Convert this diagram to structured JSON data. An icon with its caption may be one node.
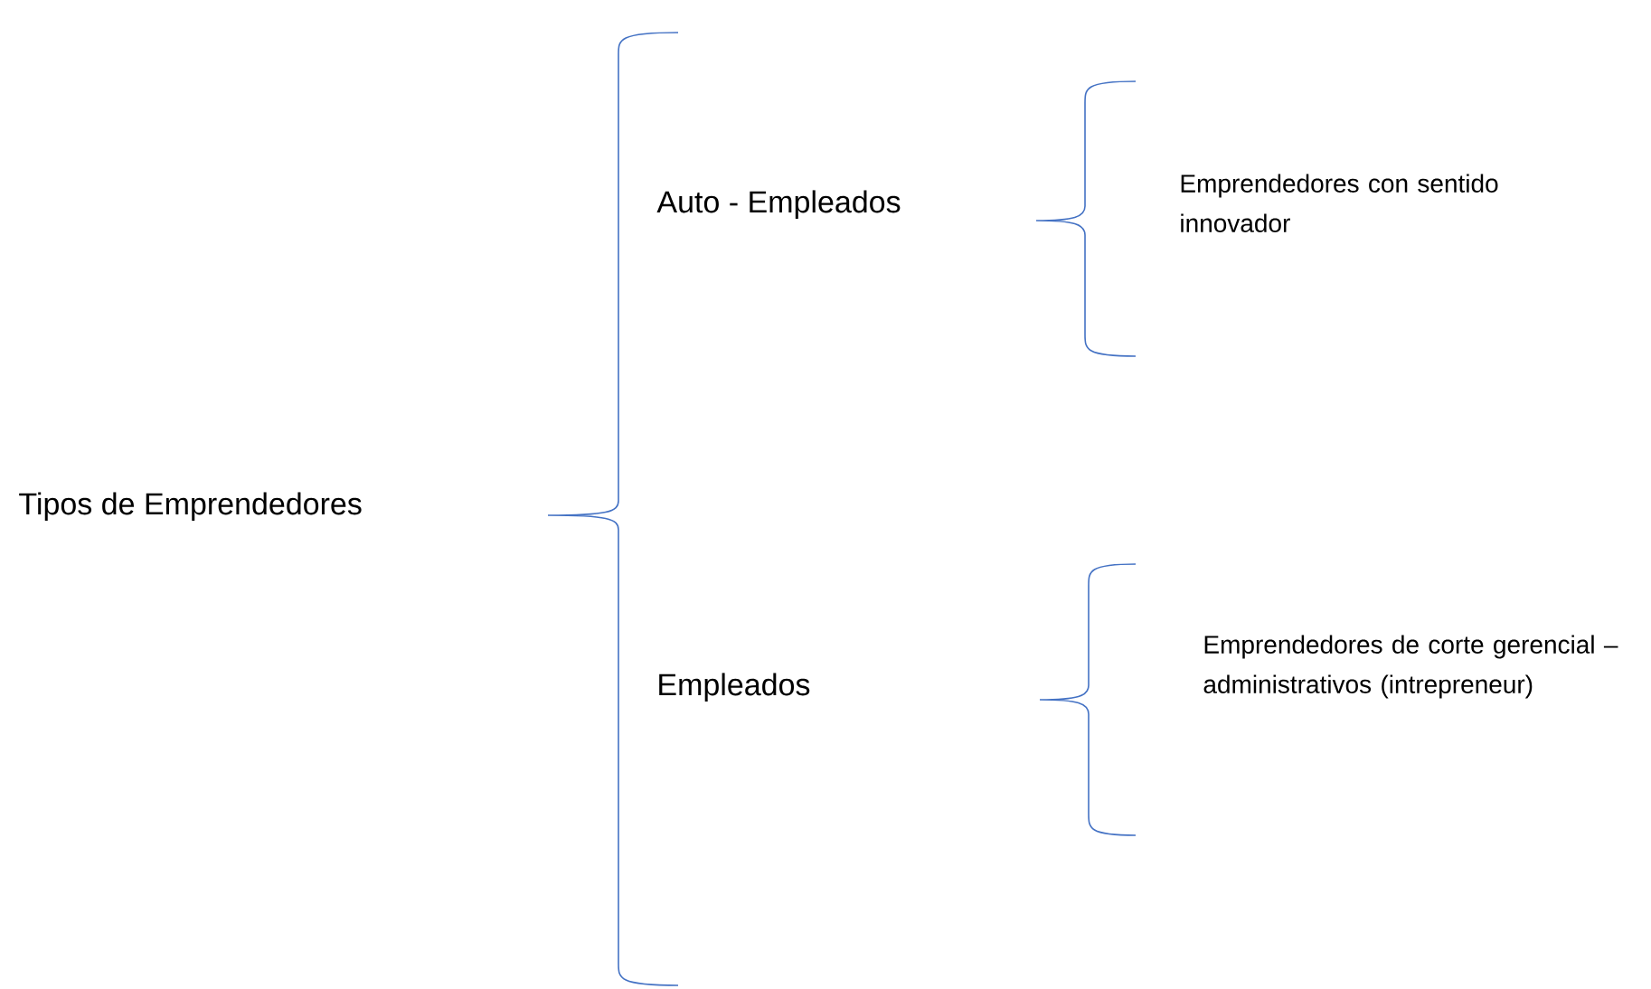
{
  "diagram": {
    "labels": [
      "Tipos de Emprendedores",
      "Auto - Empleados",
      "Emprendedores con sentido innovador",
      "Empleados",
      "Emprendedores de corte gerencial – administrativos (intrepreneur)"
    ]
  }
}
